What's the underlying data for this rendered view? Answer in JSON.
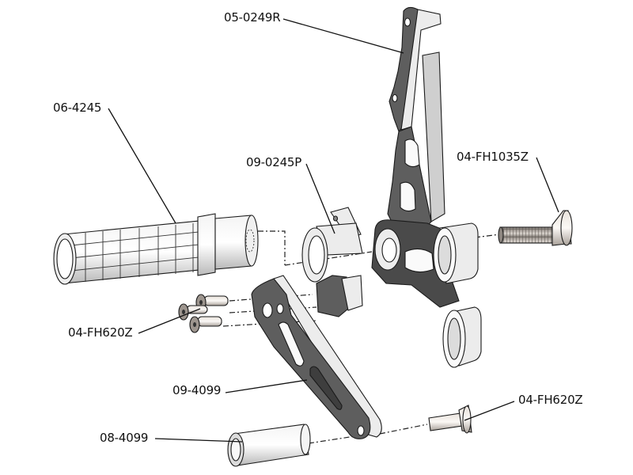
{
  "title": "Exploded view rearset assembly",
  "parts": [
    {
      "id": "bracket",
      "part_number": "05-0249R"
    },
    {
      "id": "footpeg",
      "part_number": "06-4245"
    },
    {
      "id": "pivot-block",
      "part_number": "09-0245P"
    },
    {
      "id": "pivot-bolt",
      "part_number": "04-FH1035Z"
    },
    {
      "id": "block-screws",
      "part_number": "04-FH620Z"
    },
    {
      "id": "lever-arm",
      "part_number": "09-4099"
    },
    {
      "id": "spacer",
      "part_number": "08-4099"
    },
    {
      "id": "lever-screw",
      "part_number": "04-FH620Z"
    }
  ],
  "colors": {
    "metal_dark": "#5e5e5e",
    "metal_light": "#ececec",
    "line": "#111111"
  }
}
